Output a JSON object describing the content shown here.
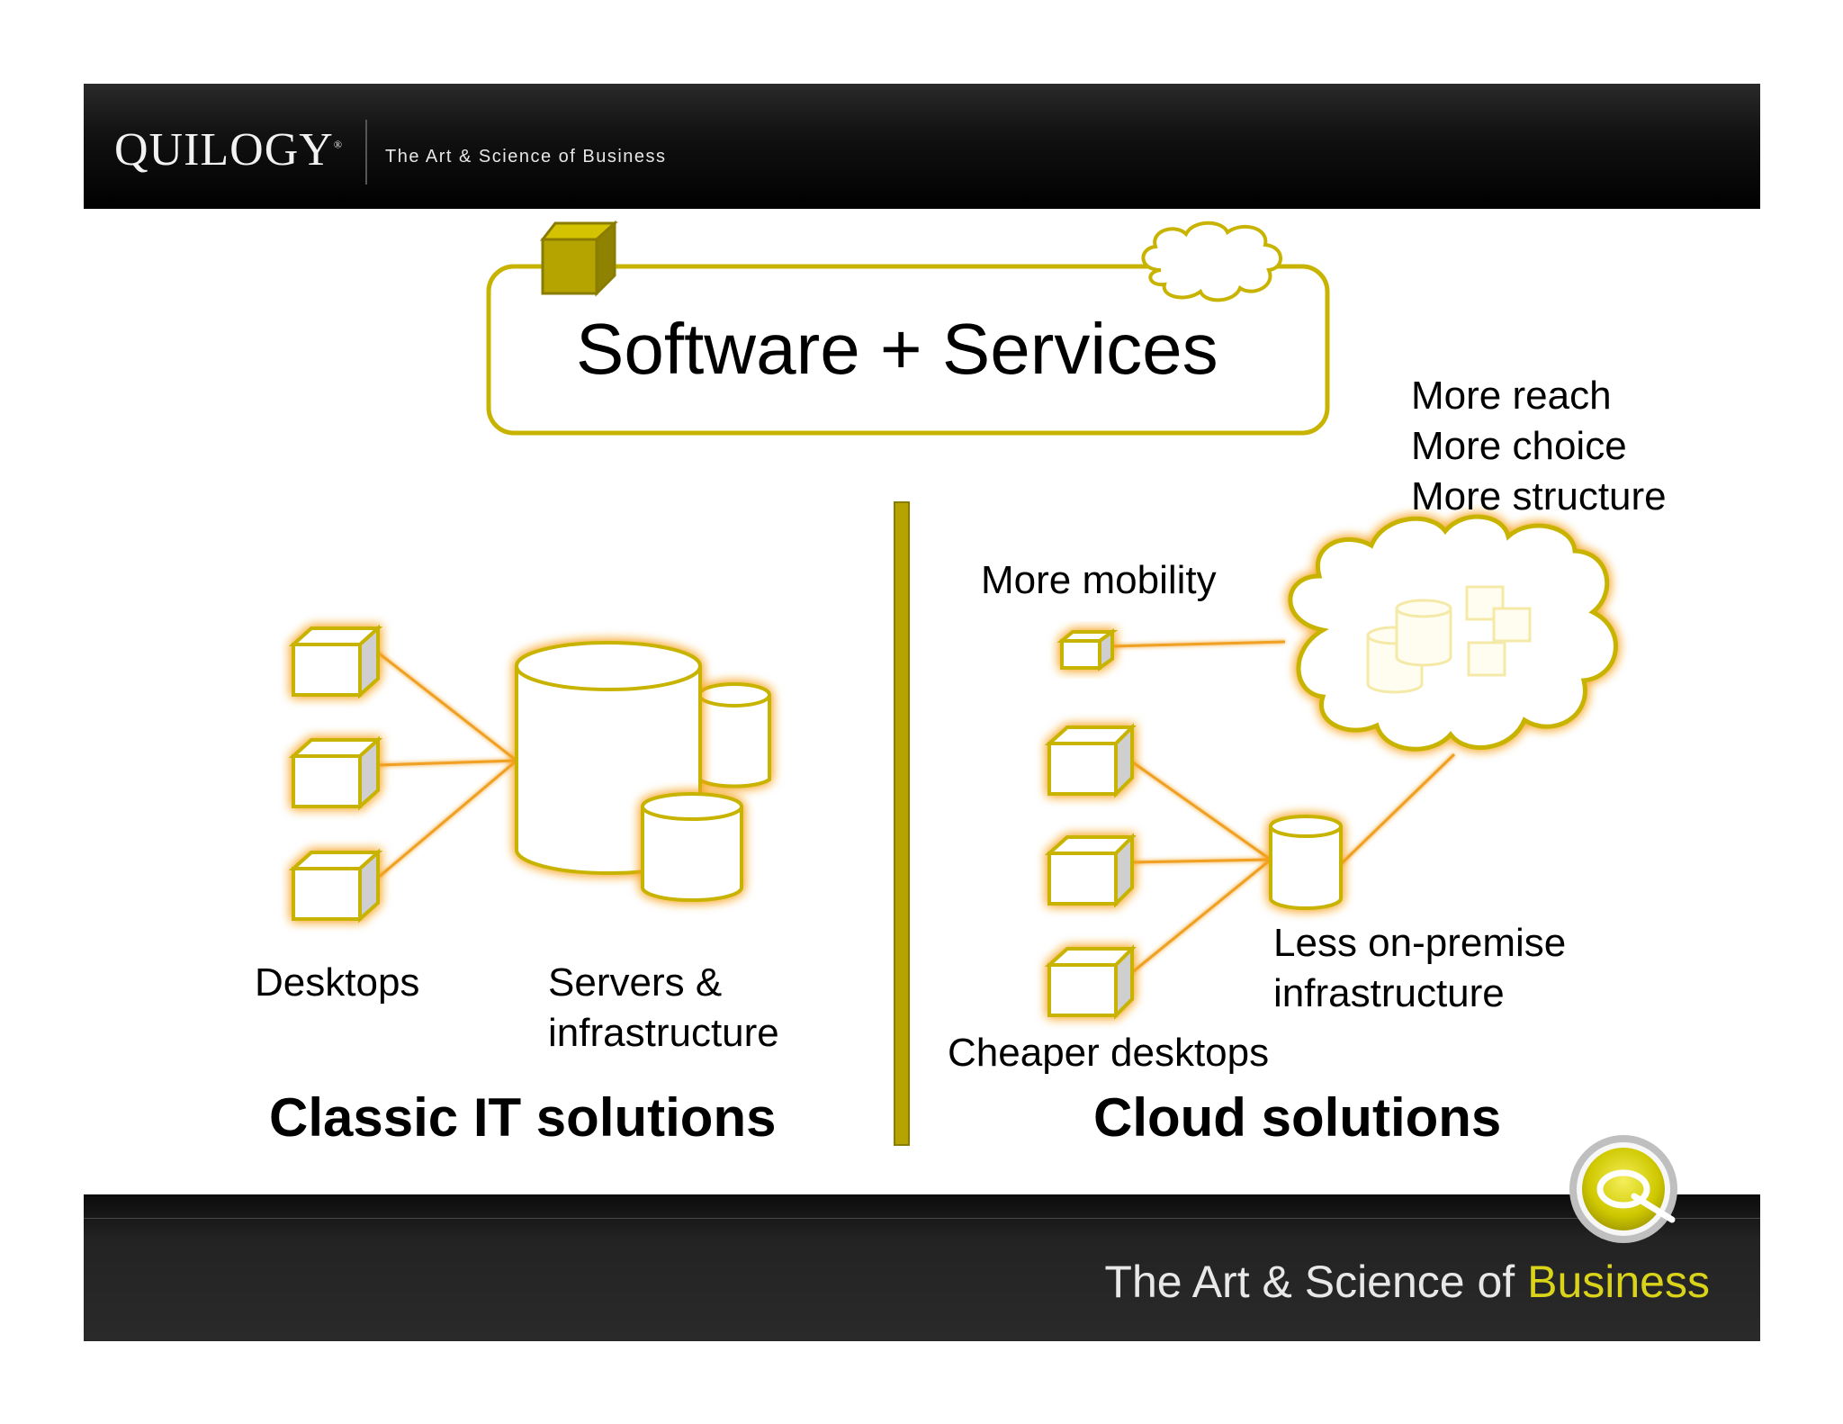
{
  "header": {
    "brand": "QUILOGY",
    "tagline": "The Art & Science of Business"
  },
  "title": "Software + Services",
  "classic": {
    "title": "Classic IT solutions",
    "desktops_label": "Desktops",
    "servers_label_line1": "Servers &",
    "servers_label_line2": "infrastructure"
  },
  "cloud": {
    "title": "Cloud solutions",
    "benefits": [
      "More reach",
      "More choice",
      "More structure"
    ],
    "mobility_label": "More mobility",
    "cheaper_label": "Cheaper desktops",
    "less_label_line1": "Less on-premise",
    "less_label_line2": "infrastructure"
  },
  "footer": {
    "tagline_main": "The Art & Science of",
    "tagline_accent": "Business"
  },
  "colors": {
    "accent": "#c8b400",
    "accent_dark": "#8a7c00",
    "glow": "#f5a020"
  }
}
